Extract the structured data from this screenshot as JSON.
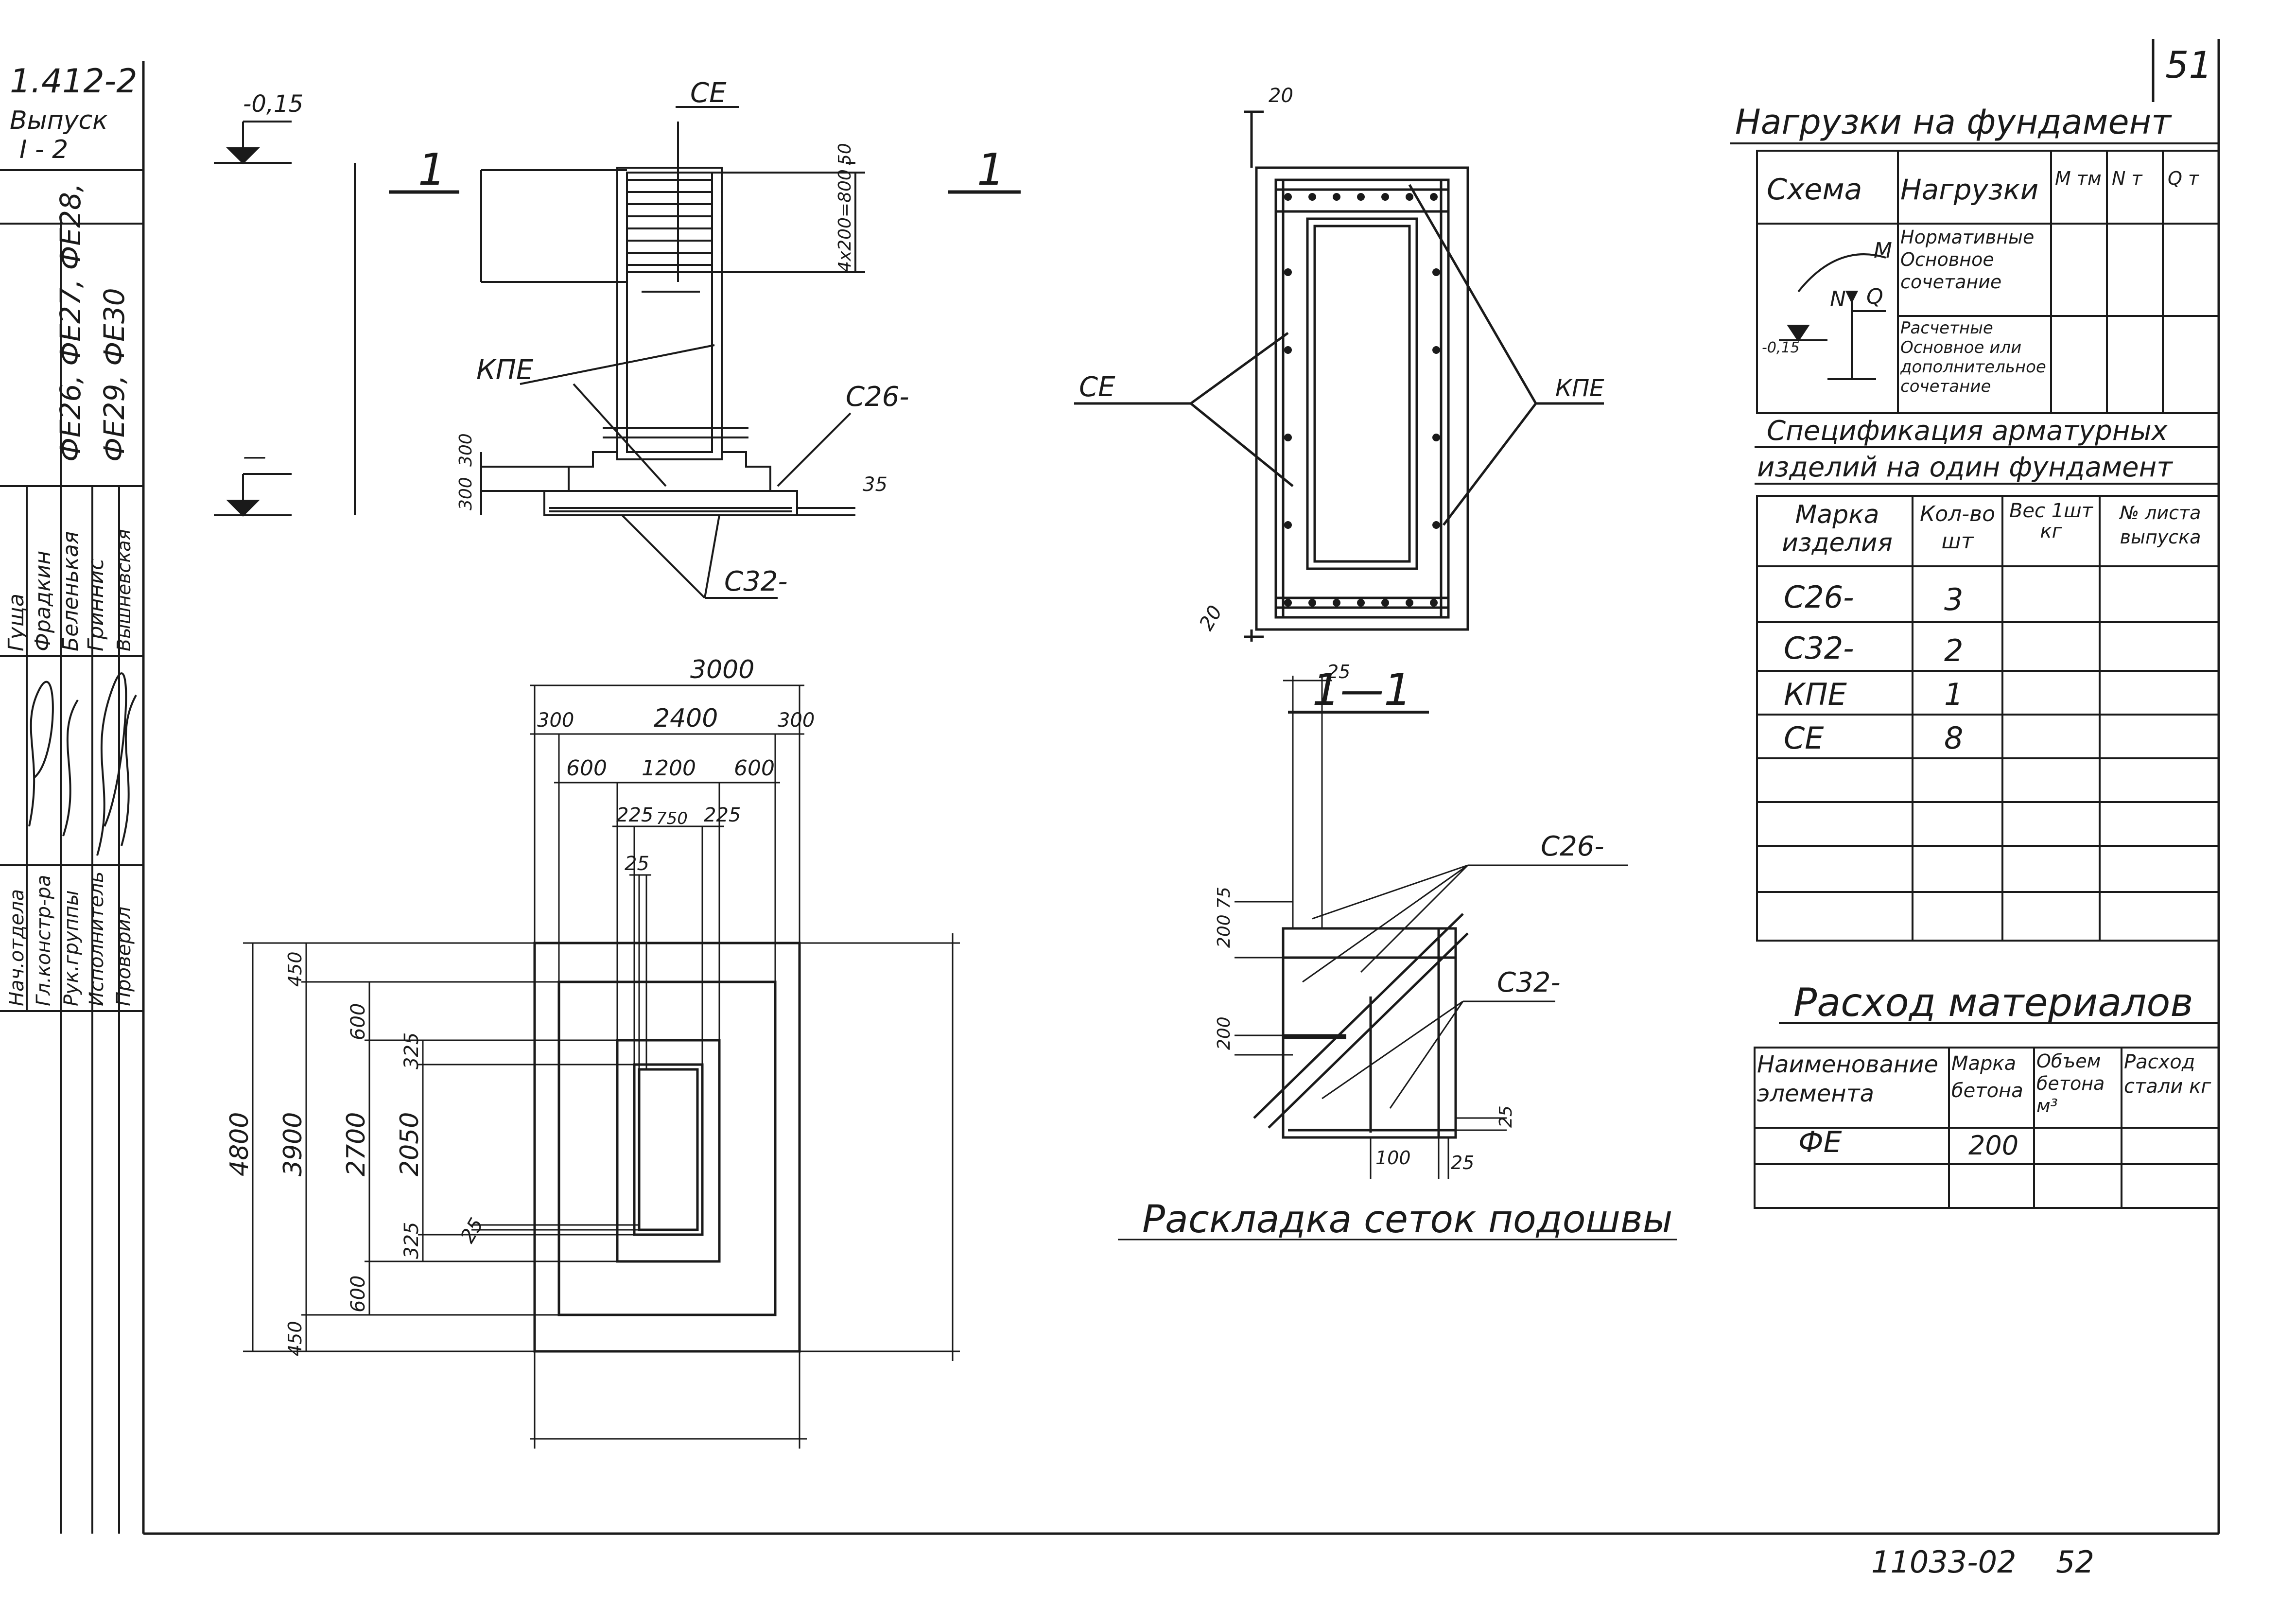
{
  "sheet": {
    "page_number": "51",
    "footer_code": "11033-02",
    "footer_page": "52"
  },
  "stamp": {
    "series": "1.412-2",
    "issue_label": "Выпуск",
    "issue_value": "I - 2",
    "marks_line1": "ФЕ26, ФЕ27, ФЕ28,",
    "marks_line2": "ФЕ29, ФЕ30",
    "roles": [
      "Нач.отдела",
      "Гл.констр-ра",
      "Рук.группы",
      "Исполнитель",
      "Проверил"
    ],
    "names": [
      "Гуща",
      "Фрадкин",
      "Беленькая",
      "Гриннис",
      "Вышневская"
    ]
  },
  "elevation": {
    "section_mark": "1",
    "level_top": "-0,15",
    "level_bottom": "—",
    "label_ce": "СЕ",
    "label_kpe": "КПЕ",
    "label_c26": "С26-",
    "label_c32": "С32-",
    "dim_top": "50",
    "dim_stirrups": "4x200=800",
    "dim_step1": "300",
    "dim_step2": "300",
    "dim_slab": "35"
  },
  "section": {
    "title": "1—1",
    "dim_top": "20",
    "dim_bottom": "20",
    "label_ce": "СЕ",
    "label_kpe": "КПЕ"
  },
  "plan": {
    "dim_total_w": "3000",
    "dim_inner_w": "2400",
    "dim_off_left": "300",
    "dim_off_right": "300",
    "dim_step_left": "600",
    "dim_step_mid": "1200",
    "dim_step_right": "600",
    "dim_col_left": "225",
    "dim_col_mid": "750",
    "dim_col_right": "225",
    "dim_glass": "25",
    "dim_total_h": "4800",
    "dim_inner_h": "3900",
    "dim_step_h": "2700",
    "dim_col_h": "2050",
    "dim_off_top": "450",
    "dim_off_bottom": "450",
    "dim_step_top": "600",
    "dim_step_bottom": "600",
    "dim_col_top": "325",
    "dim_col_bottom": "325",
    "dim_glass_v": "25"
  },
  "mesh": {
    "title": "Раскладка сеток подошвы",
    "label_c26": "С26-",
    "label_c32": "С32-",
    "dim_top": "25",
    "dim_a": "75",
    "dim_b": "200",
    "dim_c": "200",
    "dim_d": "25",
    "dim_bottom1": "100",
    "dim_bottom2": "25"
  },
  "loads": {
    "title": "Нагрузки на фундамент",
    "headers": [
      "Схема",
      "Нагрузки",
      "M тм",
      "N т",
      "Q т"
    ],
    "row1": "Нормативные Основное сочетание",
    "row2": "Расчетные Основное или дополнительное сочетание",
    "scheme_m": "M",
    "scheme_n": "N",
    "scheme_q": "Q",
    "scheme_level": "-0,15"
  },
  "spec": {
    "title_line1": "Спецификация арматурных",
    "title_line2": "изделий на один фундамент",
    "headers": [
      "Марка изделия",
      "Кол-во шт",
      "Вес 1шт кг",
      "№ листа выпуска"
    ],
    "rows": [
      {
        "mark": "С26-",
        "qty": "3"
      },
      {
        "mark": "С32-",
        "qty": "2"
      },
      {
        "mark": "КПЕ",
        "qty": "1"
      },
      {
        "mark": "СЕ",
        "qty": "8"
      }
    ]
  },
  "materials": {
    "title": "Расход материалов",
    "headers": [
      "Наименование элемента",
      "Марка бетона",
      "Объем бетона м³",
      "Расход стали кг"
    ],
    "row_name": "ФЕ",
    "row_grade": "200"
  }
}
